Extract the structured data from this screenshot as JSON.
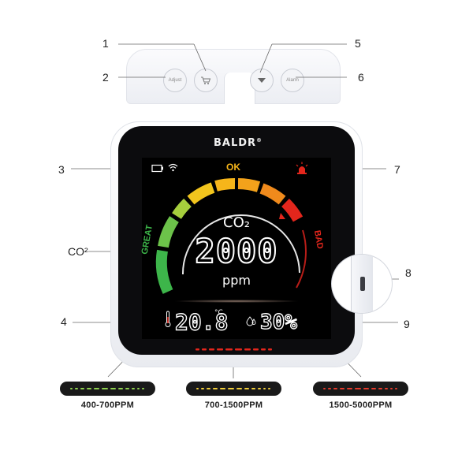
{
  "device": {
    "brand": "BALDR",
    "brand_mark": "®",
    "buttons": [
      {
        "name": "adjust-button",
        "label": "Adjust"
      },
      {
        "name": "cart-button",
        "label": ""
      },
      {
        "name": "down-button",
        "label": ""
      },
      {
        "name": "alarm-button",
        "label": "Alarm"
      }
    ],
    "callouts": [
      "1",
      "2",
      "3",
      "4",
      "5",
      "6",
      "7",
      "8",
      "9"
    ],
    "co2_callout": "CO²"
  },
  "screen": {
    "status_ok": "OK",
    "status_great": "GREAT",
    "status_bad": "BAD",
    "gas_label": "CO₂",
    "co2_value": "2000",
    "unit": "ppm",
    "temperature": "20.8",
    "temp_unit": "°C",
    "humidity": "30%",
    "colors": {
      "green": "#3db54a",
      "yellow": "#f7c318",
      "orange": "#f08a1c",
      "red": "#e3261c"
    }
  },
  "legend": {
    "segments": [
      {
        "label": "400-700PPM",
        "color": "#8fd14f"
      },
      {
        "label": "700-1500PPM",
        "color": "#f2cf3a"
      },
      {
        "label": "1500-5000PPM",
        "color": "#e53a2a"
      }
    ]
  }
}
